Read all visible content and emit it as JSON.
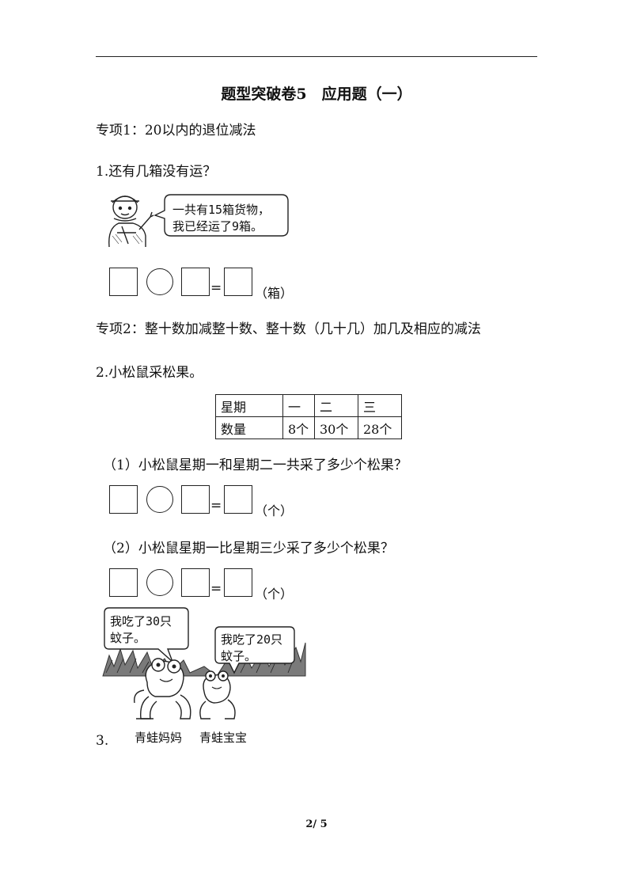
{
  "title": "题型突破卷5　应用题（一）",
  "section1": "专项1：20以内的退位减法",
  "q1": {
    "text": "1.还有几箱没有运？",
    "speech": "一共有15箱货物，\n我已经运了9箱。",
    "equals": "=",
    "unit": "（箱）"
  },
  "section2": "专项2：整十数加减整十数、整十数（几十几）加几及相应的减法",
  "q2": {
    "text": "2.小松鼠采松果。",
    "table": {
      "headers": [
        "星期",
        "一",
        "二",
        "三"
      ],
      "row_label": "数量",
      "values": [
        "8个",
        "30个",
        "28个"
      ]
    },
    "sub1": "（1）小松鼠星期一和星期二一共采了多少个松果？",
    "sub2": "（2）小松鼠星期一比星期三少采了多少个松果？",
    "equals": "=",
    "unit": "（个）"
  },
  "q3": {
    "number": "3.",
    "bubble_mom": "我吃了30只\n蚊子。",
    "bubble_baby": "我吃了20只\n蚊子。",
    "label_mom": "青蛙妈妈",
    "label_baby": "青蛙宝宝"
  },
  "page": "2/ 5"
}
